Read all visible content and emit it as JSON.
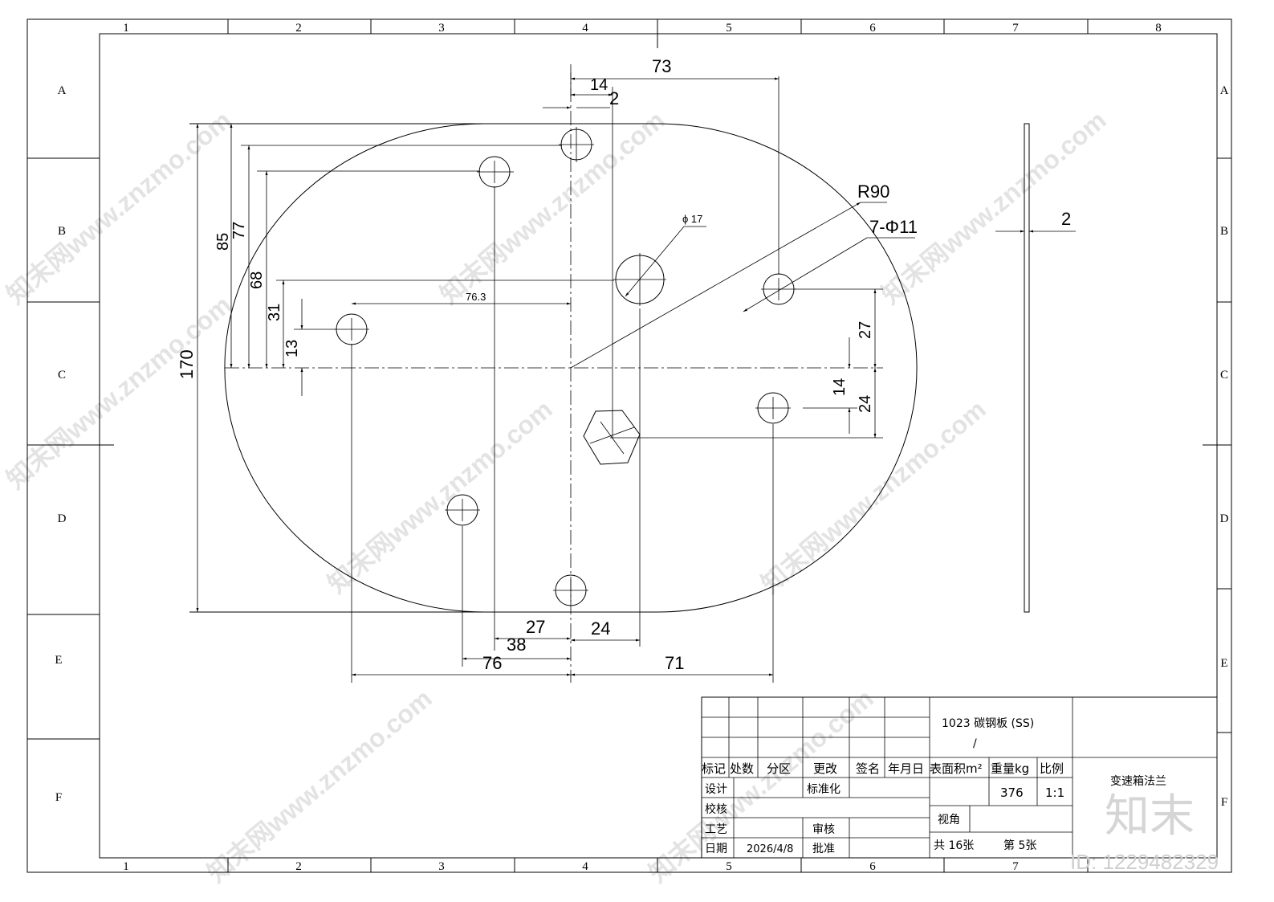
{
  "frame": {
    "columns": [
      "1",
      "2",
      "3",
      "4",
      "5",
      "6",
      "7",
      "8"
    ],
    "rows": [
      "A",
      "B",
      "C",
      "D",
      "E",
      "F"
    ]
  },
  "dimensions": {
    "d73": "73",
    "d14_top": "14",
    "d2_top": "2",
    "r90": "R90",
    "holes": "7-Φ11",
    "phi17": "ϕ 17",
    "d76_3": "76.3",
    "d85": "85",
    "d77": "77",
    "d68": "68",
    "d31": "31",
    "d13": "13",
    "d170": "170",
    "d27_right": "27",
    "d14_right": "14",
    "d24_right": "24",
    "d27_bottom": "27",
    "d24_bottom": "24",
    "d38": "38",
    "d76": "76",
    "d71": "71",
    "side_thickness": "2"
  },
  "title_block": {
    "material": "1023 碳钢板 (SS)",
    "material_sub": "/",
    "part_name": "变速箱法兰",
    "headers": [
      "标记",
      "处数",
      "分区",
      "更改",
      "签名",
      "年月日",
      "表面积m²",
      "重量kg",
      "比例"
    ],
    "design": "设计",
    "standardize": "标准化",
    "check": "校核",
    "process": "工艺",
    "review": "审核",
    "date_label": "日期",
    "date_value": "2026/4/8",
    "approve": "批准",
    "weight_value": "376",
    "scale_value": "1:1",
    "view_label": "视角",
    "total_sheets": "共 16张",
    "sheet_no": "第 5张"
  },
  "watermark": {
    "text": "知末网www.znzmo.com",
    "logo": "知末",
    "id": "ID: 1229482329"
  }
}
